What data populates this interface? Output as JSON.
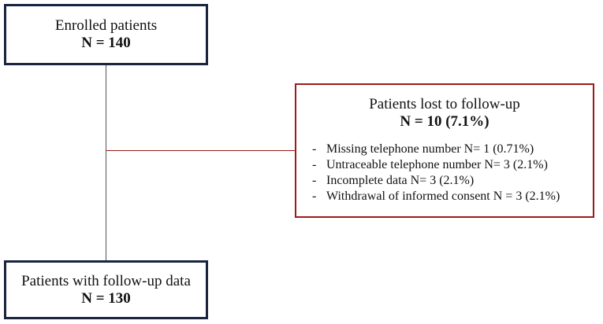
{
  "enrolled": {
    "title": "Enrolled patients",
    "count": "N = 140"
  },
  "followup": {
    "title": "Patients with follow-up data",
    "count": "N = 130"
  },
  "lost": {
    "title": "Patients lost to follow-up",
    "count": "N = 10 (7.1%)",
    "reasons": [
      "Missing telephone number N= 1 (0.71%)",
      "Untraceable telephone number N= 3 (2.1%)",
      "Incomplete data N= 3 (2.1%)",
      "Withdrawal of informed consent N = 3 (2.1%)"
    ]
  },
  "colors": {
    "main_box_border": "#1a2340",
    "lost_box_border": "#9b1b1b",
    "connector_main": "#555555",
    "connector_lost": "#9b1b1b"
  }
}
